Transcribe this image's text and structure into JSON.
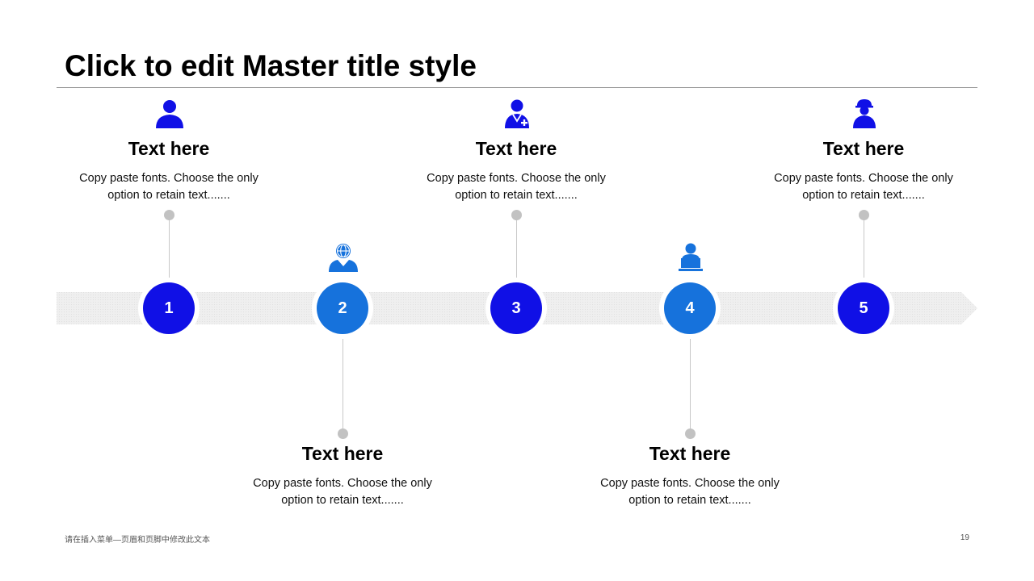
{
  "slide": {
    "title": "Click to edit Master title style",
    "footer_text": "请在插入菜单—页眉和页脚中修改此文本",
    "page_number": "19"
  },
  "colors": {
    "primary_blue": "#1010e6",
    "secondary_blue": "#1672dc",
    "band_gray": "#ececec",
    "connector_gray": "#c8c8c8"
  },
  "steps": [
    {
      "number": "1",
      "heading": "Text here",
      "desc_line1": "Copy paste fonts. Choose the only",
      "desc_line2": "option to retain text.......",
      "icon": "person-icon",
      "color": "#1010e6"
    },
    {
      "number": "2",
      "heading": "Text here",
      "desc_line1": "Copy paste fonts. Choose the only",
      "desc_line2": "option to retain text.......",
      "icon": "globe-person-icon",
      "color": "#1672dc"
    },
    {
      "number": "3",
      "heading": "Text here",
      "desc_line1": "Copy paste fonts. Choose the only",
      "desc_line2": "option to retain text.......",
      "icon": "doctor-icon",
      "color": "#1010e6"
    },
    {
      "number": "4",
      "heading": "Text here",
      "desc_line1": "Copy paste fonts. Choose the only",
      "desc_line2": "option to retain text.......",
      "icon": "laptop-user-icon",
      "color": "#1672dc"
    },
    {
      "number": "5",
      "heading": "Text here",
      "desc_line1": "Copy paste fonts. Choose the only",
      "desc_line2": "option to retain text.......",
      "icon": "construction-worker-icon",
      "color": "#1010e6"
    }
  ]
}
